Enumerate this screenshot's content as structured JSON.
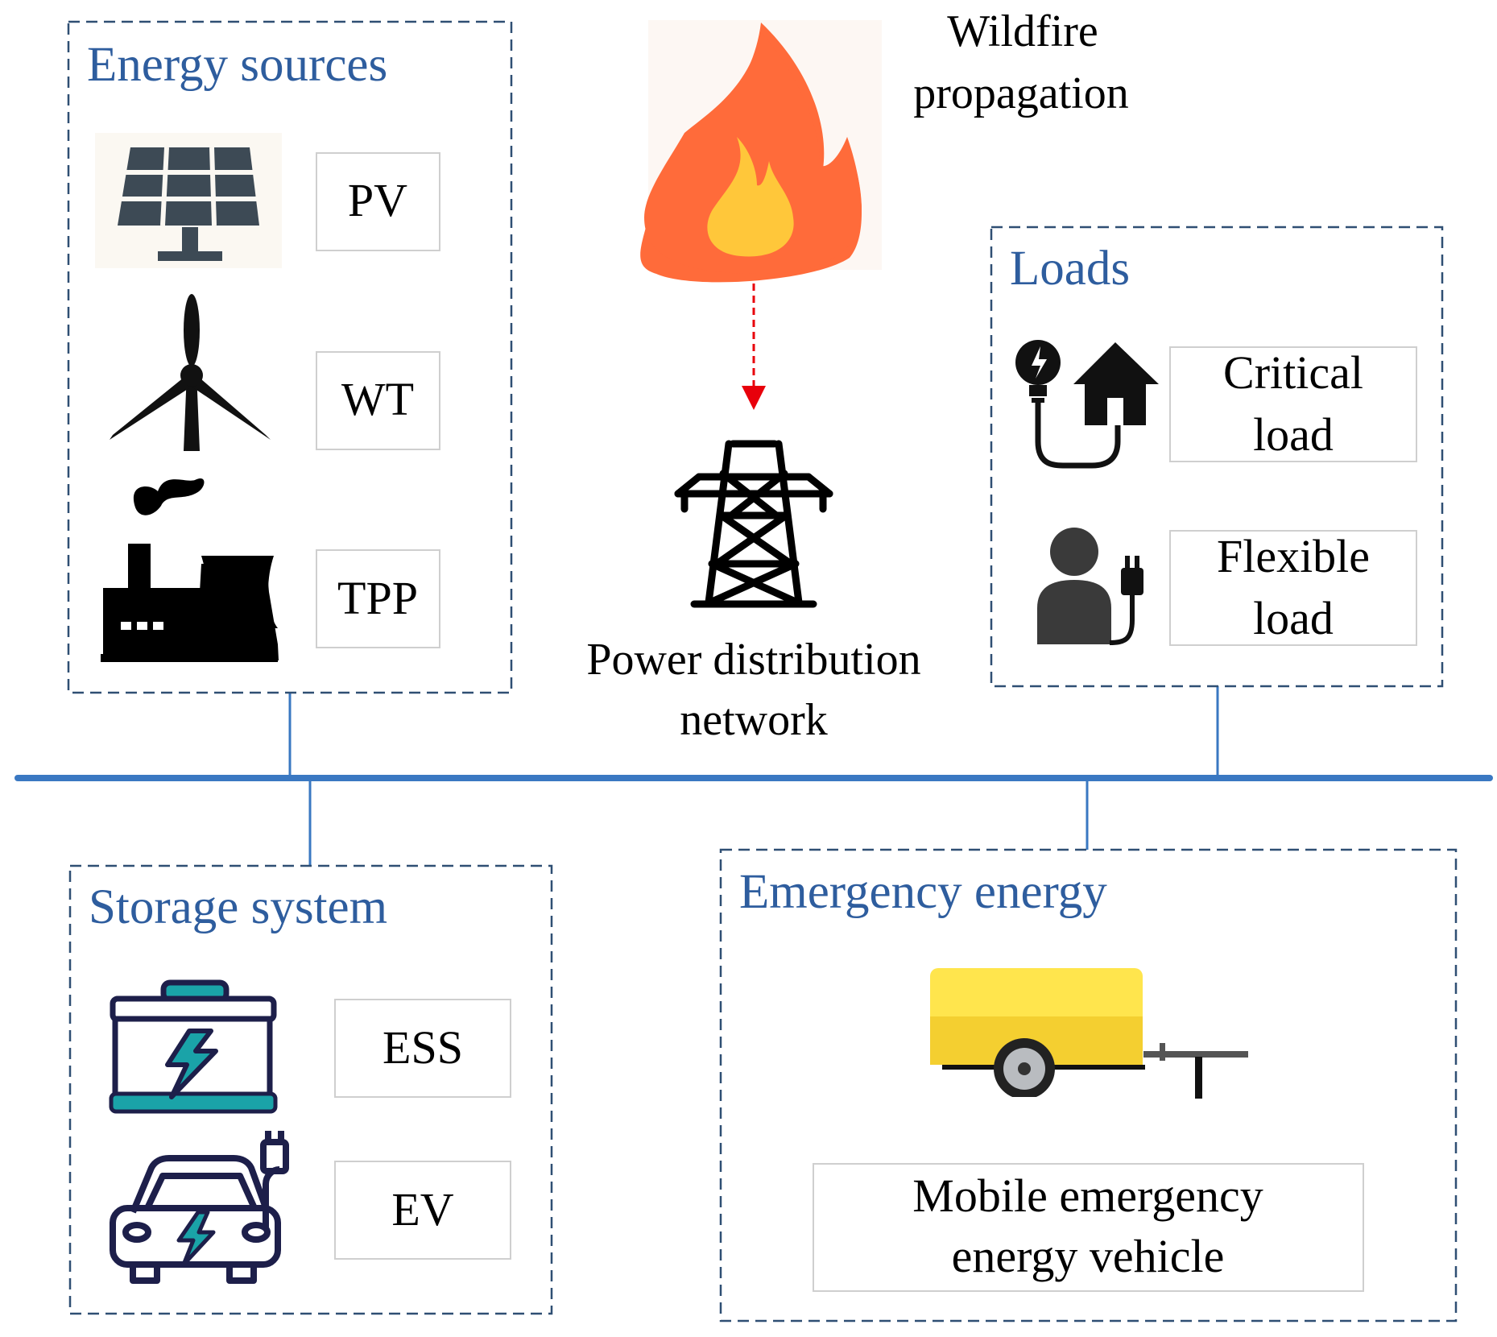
{
  "colors": {
    "group_border": "#2f4f73",
    "group_title": "#2e5d9e",
    "bus": "#3a78c2",
    "arrow": "#e8000b",
    "flame_outer": "#ff6b3a",
    "flame_inner": "#ffc73a",
    "icon_dark": "#3d4a55",
    "trailer_yellow": "#ffe54d",
    "battery_teal": "#1aa3a8",
    "navy": "#1d1f4a"
  },
  "groups": {
    "energy_sources": {
      "title": "Energy sources",
      "items": [
        {
          "label": "PV",
          "icon": "solar-panel-icon"
        },
        {
          "label": "WT",
          "icon": "wind-turbine-icon"
        },
        {
          "label": "TPP",
          "icon": "power-plant-icon"
        }
      ]
    },
    "loads": {
      "title": "Loads",
      "items": [
        {
          "line1": "Critical",
          "line2": "load",
          "icon": "house-bulb-icon"
        },
        {
          "line1": "Flexible",
          "line2": "load",
          "icon": "person-plug-icon"
        }
      ]
    },
    "storage": {
      "title": "Storage system",
      "items": [
        {
          "label": "ESS",
          "icon": "battery-icon"
        },
        {
          "label": "EV",
          "icon": "electric-car-icon"
        }
      ]
    },
    "emergency": {
      "title": "Emergency energy",
      "vehicle_line1": "Mobile emergency",
      "vehicle_line2": "energy vehicle",
      "icon": "trailer-generator-icon"
    }
  },
  "wildfire": {
    "line1": "Wildfire",
    "line2": "propagation",
    "icon": "fire-icon"
  },
  "network": {
    "line1": "Power distribution",
    "line2": "network",
    "icon": "transmission-tower-icon"
  }
}
